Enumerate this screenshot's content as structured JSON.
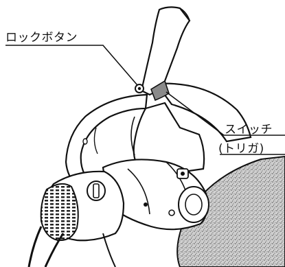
{
  "callouts": {
    "lock_button": "ロックボタン",
    "switch": "スイッチ",
    "trigger": "(トリガ)"
  },
  "colors": {
    "ink": "#111111",
    "paper": "#ffffff",
    "switch_fill": "#8a8a8a",
    "disc_fill": "#bdbdbd"
  }
}
